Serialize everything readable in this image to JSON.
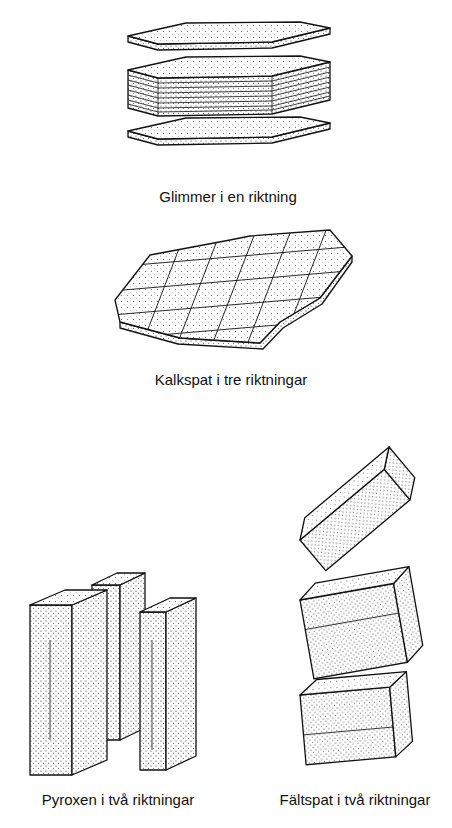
{
  "diagram": {
    "labels": [
      "Glimmer i en riktning",
      "Kalkspat i tre riktningar",
      "Pyroxen i två riktningar",
      "Fältspat i två riktningar"
    ]
  }
}
